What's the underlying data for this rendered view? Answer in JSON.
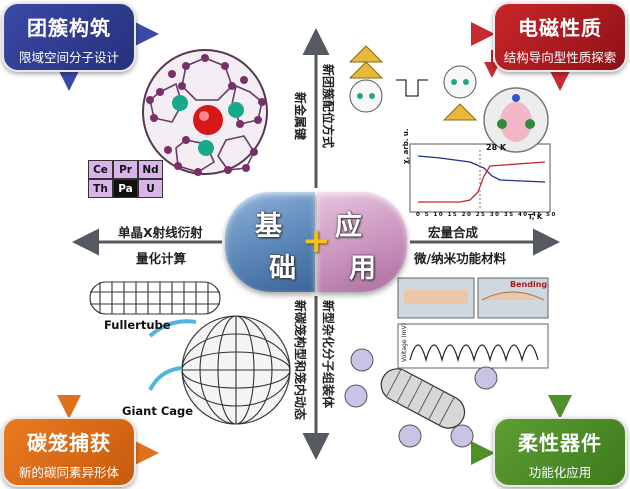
{
  "corners": {
    "top_left": {
      "title": "团簇构筑",
      "subtitle": "限域空间分子设计"
    },
    "top_right": {
      "title": "电磁性质",
      "subtitle": "结构导向型性质探索"
    },
    "bottom_left": {
      "title": "碳笼捕获",
      "subtitle": "新的碳同素异形体"
    },
    "bottom_right": {
      "title": "柔性器件",
      "subtitle": "功能化应用"
    }
  },
  "center": {
    "left_top": "基",
    "left_bottom": "础",
    "plus": "+",
    "right_top": "应",
    "right_bottom": "用"
  },
  "labels": {
    "left_upper": "单晶X射线衍射",
    "left_lower": "量化计算",
    "right_upper": "宏量合成",
    "right_lower": "微/纳米功能材料",
    "top_col1": "新团簇配位方式",
    "top_col2": "新金属键",
    "bottom_col1": "新型杂化分子组装体",
    "bottom_col2": "新碳笼构型和笼内动态"
  },
  "figures": {
    "element_table": [
      "Ce",
      "Pr",
      "Nd",
      "Th",
      "Pa",
      "U"
    ],
    "fullertube_label": "Fullertube",
    "giant_cage_label": "Giant Cage",
    "magnet_graph_temp": "28 K",
    "magnet_graph_xlabel": "T, K",
    "magnet_graph_ylabel": "χ, arb. u.",
    "magnet_graph_ticks": [
      "0",
      "5",
      "10",
      "15",
      "20",
      "25",
      "30",
      "35",
      "40",
      "45",
      "50"
    ],
    "bending_label": "Bending",
    "voltage_label": "Voltage (mV)"
  },
  "colors": {
    "blue": "#2f3d96",
    "red": "#b31b20",
    "orange": "#df6c18",
    "green": "#4d8c28",
    "arrow_gray": "#5a5f66"
  }
}
